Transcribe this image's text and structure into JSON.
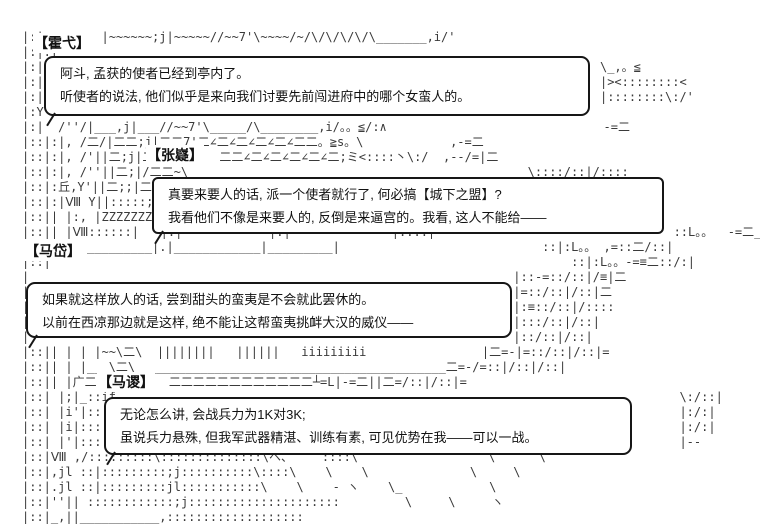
{
  "scene": {
    "colors": {
      "background": "#ffffff",
      "art_ink": "#3a3a3a",
      "bubble_border": "#161616",
      "text": "#111111"
    },
    "characters": [
      {
        "label": "【霍弋】"
      },
      {
        "label": "【张嶷】"
      },
      {
        "label": "【马岱】"
      },
      {
        "label": "【马谡】"
      }
    ],
    "dialogues": [
      {
        "speaker": "霍弋",
        "line1": "阿斗, 孟获的使者已经到亭内了。",
        "line2": "听使者的说法, 他们似乎是来向我们讨要先前闯进府中的哪个女蛮人的。"
      },
      {
        "speaker": "张嶷",
        "line1": "真要来要人的话, 派一个使者就行了, 何必搞【城下之盟】?",
        "line2": "我看他们不像是来要人的, 反倒是来逼宫的。我看, 这人不能给——"
      },
      {
        "speaker": "马岱",
        "line1": "如果就这样放人的话, 尝到甜头的蛮夷是不会就此罢休的。",
        "line2": "以前在西凉那边就是这样, 绝不能让这帮蛮夷挑衅大汉的威仪——"
      },
      {
        "speaker": "马谡",
        "line1": "无论怎么讲, 会战兵力为1K对3K;",
        "line2": "虽说兵力悬殊, 但我军武器精湛、训练有素, 可见优势在我——可以一战。"
      }
    ],
    "ascii_art": "|:|        |~~~~~~;j|~~~~~//~~7'\\~~~~/~/\\/\\/\\/\\/\\_______,i/'\n|:|:f\n|:|                                                                             \\_,。≦\n|:|                                                                             |><::::::::<\n|:|                                                                             |::::::::\\:/'\n|:Y'\n|:|  /''/|___,j|___//~~7'\\_____/\\________,i/。。≦/:∧                              -=二\n|::|:|, /二/|二二;j|二二7'二∠二∠二∠二∠二∠二二。≧s。\\            ,-=二\n|::|:|, /'||二;j|二         二二∠二∠二∠二∠二∠二;ミ<::::丶\\:/  ,--/=|二\n|::|:|, /''||二;|/二二~\\______________________________________________ \\::::/::|/::::\n|::|:丘,Y'||二;;|二7\n|::|:|Ⅷ Y||:::::;;|:|\n|::|| |:, |ZZZZZZZ 丶\n|::|| |Ⅷ::::::|   |:|            |:|              |::::|                                 ::L。。  -=二_\n         _________|.|____________|_________|                            ::|:L。。 ,=::二/::|\n|::|                                                                        ::|:L。。-=≡二::/:|\n|                                                                   |::-=::/::|/≡|二\n|                                                                   |=::/::|/::|二\n|                                                                   |:≡::/::|/::::\n|                                                                   |:::/::|/::|\n|                                                                   |::/::|/::|\n|::|| | | |~~\\二\\  ||||||||   ||||||   iiiiiiiii                |二=-|=::/::|/::|=\n|::|| | |___\\二\\___________________________________________二=-/=::|/::|/::|\n|::|| |广二          二二二二二二二二二二二二┴=L|-=二||二=/::|/::|=\n|::| |;|_::if                                                                              \\:/::|\n|::| |i'|::::|                                                                             |:/:|\n|::| |i|:::::|                                                                             |:/:|\n|::| |'|::::|                                                                              |--\n|::|Ⅷ ,/:::::::::\\::::::::::::::\\ヘ、    ::::\\                  \\      \\\n|::|,jl ::|:::::::::;j::::::::::\\::::\\    \\    \\              \\     \\\n|::|.jl ::|:::::::::jl:::::::::::\\    \\    - ヽ    \\_            \\\n|::|''|| ::::::::::::;j:::::::::::::::::::::         \\     \\     ヽ\n|::|_,||___________,:::::::::::::::::::"
  }
}
